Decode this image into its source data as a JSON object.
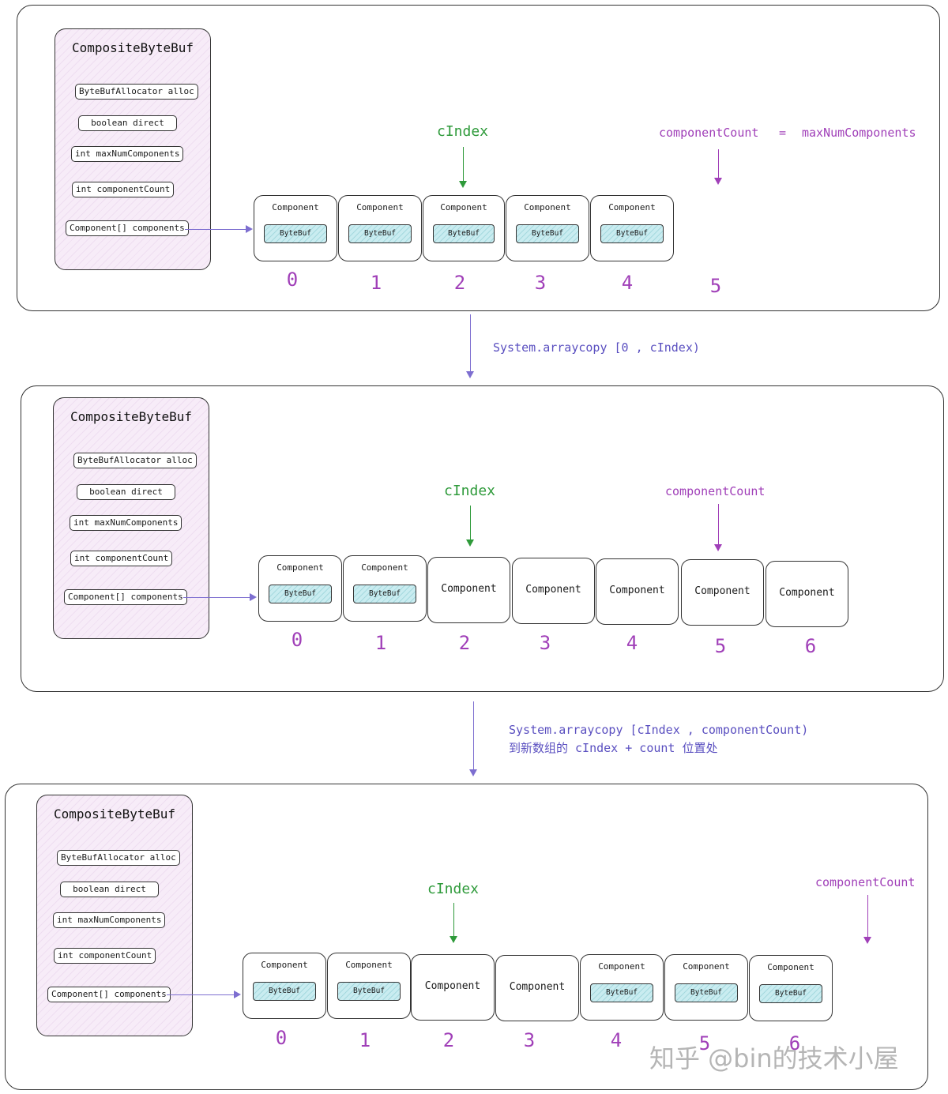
{
  "composite": {
    "title": "CompositeByteBuf",
    "fields": [
      "ByteBufAllocator alloc",
      "boolean direct",
      "int maxNumComponents",
      "int componentCount",
      "Component[] components"
    ]
  },
  "component_label": "Component",
  "bytebuf_label": "ByteBuf",
  "panel1": {
    "cindex_label": "cIndex",
    "count_label": "componentCount",
    "eq_label": "=",
    "max_label": "maxNumComponents",
    "indices": [
      "0",
      "1",
      "2",
      "3",
      "4",
      "5"
    ]
  },
  "step1": {
    "text": "System.arraycopy  [0 , cIndex)"
  },
  "panel2": {
    "cindex_label": "cIndex",
    "count_label": "componentCount",
    "indices": [
      "0",
      "1",
      "2",
      "3",
      "4",
      "5",
      "6"
    ]
  },
  "step2": {
    "line1": "System.arraycopy  [cIndex , componentCount)",
    "line2": "到新数组的 cIndex + count 位置处"
  },
  "panel3": {
    "cindex_label": "cIndex",
    "count_label": "componentCount",
    "indices": [
      "0",
      "1",
      "2",
      "3",
      "4",
      "5",
      "6"
    ]
  },
  "watermark": "知乎 @bin的技术小屋",
  "colors": {
    "index": "#a03fb8",
    "cindex": "#2e9a3a",
    "step": "#5a4fc0",
    "cbb_bg": "#f7ecf8",
    "bytebuf_bg": "#c9ecf0"
  }
}
